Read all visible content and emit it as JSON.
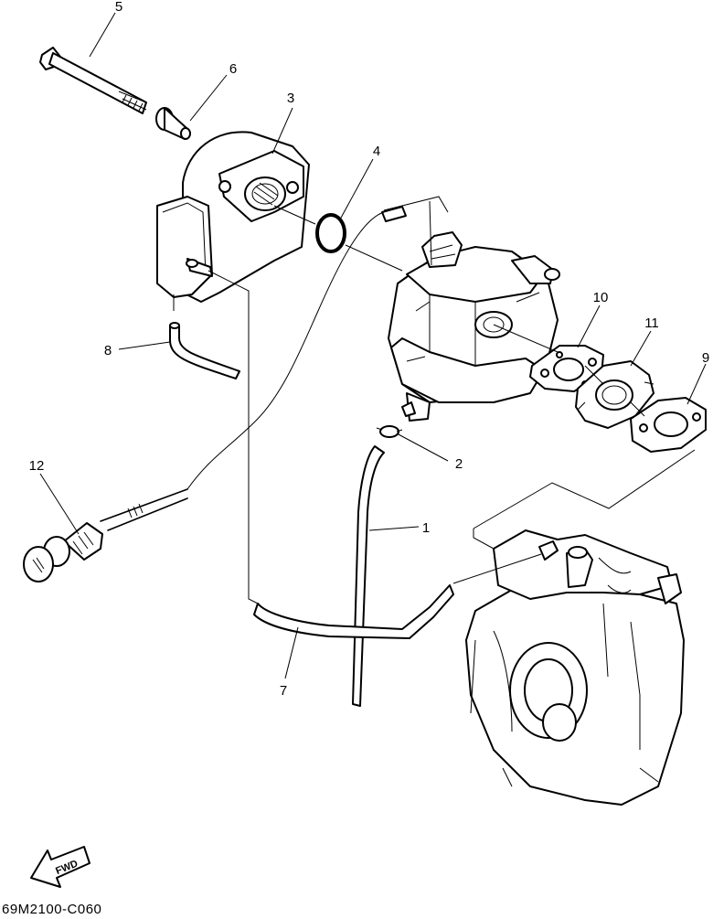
{
  "callouts": [
    {
      "id": "1",
      "label": "1"
    },
    {
      "id": "2",
      "label": "2"
    },
    {
      "id": "3",
      "label": "3"
    },
    {
      "id": "4",
      "label": "4"
    },
    {
      "id": "5",
      "label": "5"
    },
    {
      "id": "6",
      "label": "6"
    },
    {
      "id": "7",
      "label": "7"
    },
    {
      "id": "8",
      "label": "8"
    },
    {
      "id": "9",
      "label": "9"
    },
    {
      "id": "10",
      "label": "10"
    },
    {
      "id": "11",
      "label": "11"
    },
    {
      "id": "12",
      "label": "12"
    }
  ],
  "fwd_label": "FWD",
  "diagram_code": "69M2100-C060"
}
